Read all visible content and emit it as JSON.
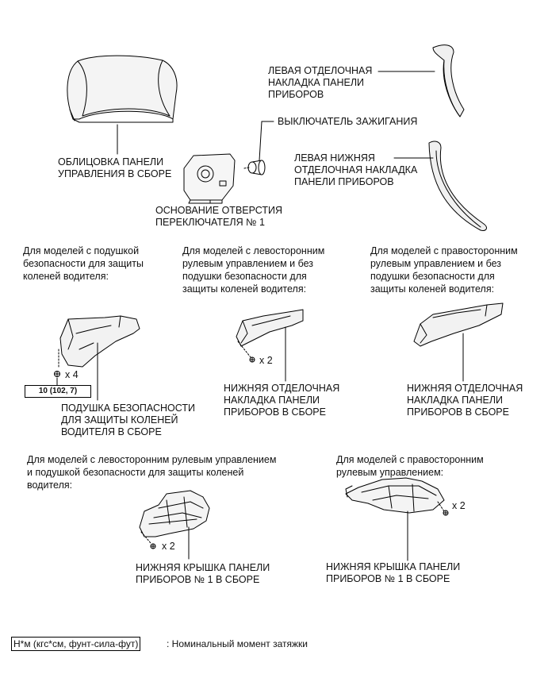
{
  "labels": {
    "left_trim": "ЛЕВАЯ ОТДЕЛОЧНАЯ\nНАКЛАДКА ПАНЕЛИ\nПРИБОРОВ",
    "ignition_switch": "ВЫКЛЮЧАТЕЛЬ ЗАЖИГАНИЯ",
    "cluster_finish": "ОБЛИЦОВКА ПАНЕЛИ\nУПРАВЛЕНИЯ В СБОРЕ",
    "left_lower_trim": "ЛЕВАЯ НИЖНЯЯ\nОТДЕЛОЧНАЯ НАКЛАДКА\nПАНЕЛИ ПРИБОРОВ",
    "switch_hole_base": "ОСНОВАНИЕ ОТВЕРСТИЯ\nПЕРЕКЛЮЧАТЕЛЯ № 1",
    "knee_airbag": "ПОДУШКА БЕЗОПАСНОСТИ\nДЛЯ ЗАЩИТЫ КОЛЕНЕЙ\nВОДИТЕЛЯ В СБОРЕ",
    "lower_finish_lhd": "НИЖНЯЯ ОТДЕЛОЧНАЯ\nНАКЛАДКА ПАНЕЛИ\nПРИБОРОВ В СБОРЕ",
    "lower_finish_rhd": "НИЖНЯЯ ОТДЕЛОЧНАЯ\nНАКЛАДКА ПАНЕЛИ\nПРИБОРОВ В СБОРЕ",
    "lower_cover_lhd": "НИЖНЯЯ КРЫШКА ПАНЕЛИ\nПРИБОРОВ № 1 В СБОРЕ",
    "lower_cover_rhd": "НИЖНЯЯ КРЫШКА ПАНЕЛИ\nПРИБОРОВ № 1 В СБОРЕ"
  },
  "notes": {
    "with_knee_airbag": "Для моделей с подушкой\nбезопасности для защиты\nколеней водителя:",
    "lhd_without_airbag": "Для моделей с левосторонним\nрулевым управлением и без\nподушки безопасности для\nзащиты коленей водителя:",
    "rhd_without_airbag": "Для моделей с правосторонним\nрулевым управлением и без\nподушки безопасности для\nзащиты коленей водителя:",
    "lhd_with_airbag": "Для моделей с левосторонним рулевым управлением\nи подушкой безопасности для защиты коленей\nводителя:",
    "rhd": "Для моделей с правосторонним\nрулевым управлением:"
  },
  "quantities": {
    "airbag_bolts": "x 4",
    "lhd_finish_clips": "x 2",
    "lhd_cover_screws": "x 2",
    "rhd_cover_screws": "x 2"
  },
  "torque": {
    "value": "10 (102, 7)"
  },
  "legend": {
    "units": "Н*м (кгс*см, фунт-сила-фут)",
    "description": ": Номинальный момент затяжки"
  }
}
